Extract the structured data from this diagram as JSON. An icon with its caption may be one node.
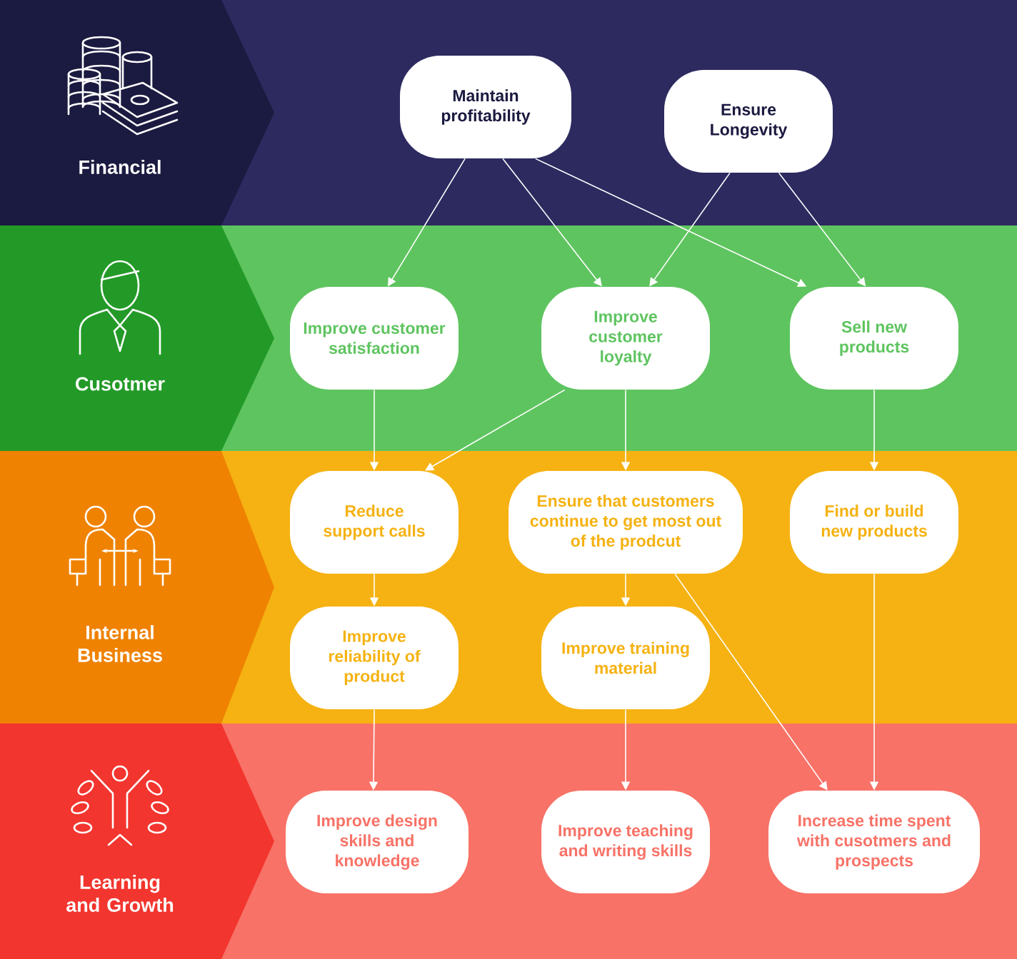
{
  "diagram": {
    "nodes": [
      {
        "text": [
          "Financial"
        ]
      },
      {
        "text": [
          "Cusotmer"
        ]
      },
      {
        "text": [
          "Internal Business"
        ]
      },
      {
        "text": [
          "Learning and Growth"
        ]
      },
      {
        "text": [
          "Maintain profitability"
        ]
      },
      {
        "text": [
          "Ensure Longevity"
        ]
      },
      {
        "text": [
          "Improve customer satisfaction"
        ]
      },
      {
        "text": [
          "Improve customer loyalty"
        ]
      },
      {
        "text": [
          "Sell new products"
        ]
      },
      {
        "text": [
          "Reduce support calls"
        ]
      },
      {
        "text": [
          "Ensure that customers continue to get most out of the prodcut"
        ]
      },
      {
        "text": [
          "Find or build new products"
        ]
      },
      {
        "text": [
          "Improve reliability of product"
        ]
      },
      {
        "text": [
          "Improve training material"
        ]
      },
      {
        "text": [
          "Improve design skills and knowledge"
        ]
      },
      {
        "text": [
          "Improve teaching and writing skills"
        ]
      },
      {
        "text": [
          "Increase time spent with cusotmers and prospects"
        ]
      }
    ],
    "edges": [
      {
        "from": 4,
        "to": 6,
        "arrow": "to"
      },
      {
        "from": 4,
        "to": 7,
        "arrow": "to"
      },
      {
        "from": 4,
        "to": 8,
        "arrow": "to"
      },
      {
        "from": 5,
        "to": 7,
        "arrow": "to"
      },
      {
        "from": 5,
        "to": 8,
        "arrow": "to"
      },
      {
        "from": 6,
        "to": 9,
        "arrow": "to"
      },
      {
        "from": 7,
        "to": 9,
        "arrow": "to"
      },
      {
        "from": 7,
        "to": 10,
        "arrow": "to"
      },
      {
        "from": 8,
        "to": 11,
        "arrow": "to"
      },
      {
        "from": 9,
        "to": 12,
        "arrow": "to"
      },
      {
        "from": 10,
        "to": 13,
        "arrow": "to"
      },
      {
        "from": 10,
        "to": 16,
        "arrow": "to"
      },
      {
        "from": 11,
        "to": 16,
        "arrow": "to"
      },
      {
        "from": 12,
        "to": 14,
        "arrow": "to"
      },
      {
        "from": 13,
        "to": 15,
        "arrow": "to"
      }
    ]
  }
}
